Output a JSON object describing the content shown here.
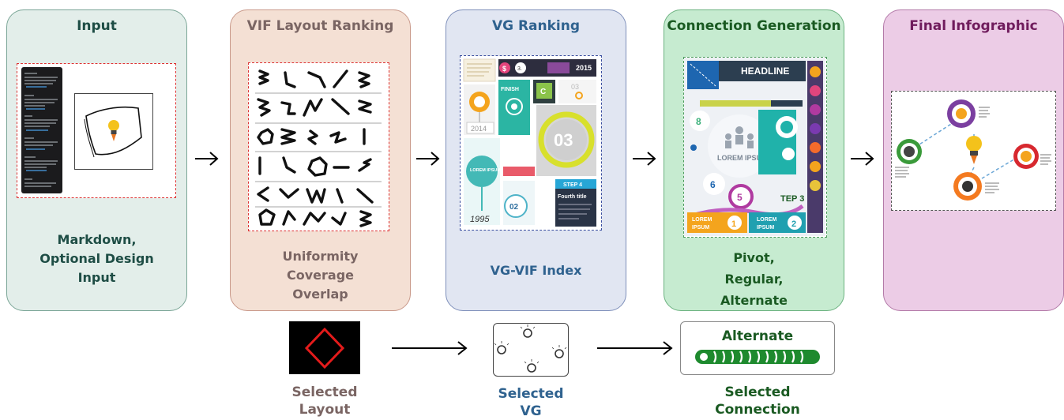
{
  "stages": [
    {
      "title": "Input",
      "body": [
        "Markdown,",
        "Optional Design",
        "Input"
      ]
    },
    {
      "title": "VIF Layout Ranking",
      "body": [
        "Uniformity",
        "Coverage",
        "Overlap"
      ]
    },
    {
      "title": "VG Ranking",
      "body": [
        "VG-VIF Index"
      ]
    },
    {
      "title": "Connection Generation",
      "body": [
        "Pivot,",
        "Regular,",
        "Alternate"
      ]
    },
    {
      "title": "Final Infographic",
      "body": []
    }
  ],
  "vg_thumbs": {
    "year1": "2014",
    "big_number": "03",
    "year2": "2015",
    "step": "STEP 4",
    "fourth_title": "Fourth title",
    "lorem_small": "LOREM IPSUM",
    "badge": "02",
    "year3": "1995",
    "finish": "FINISH"
  },
  "conn_thumbs": {
    "headline": "HEADLINE",
    "lorem": "LOREM IPSUM",
    "step3": "TEP 3",
    "n8": "8",
    "n6": "6",
    "n5": "5",
    "n1": "1",
    "n2": "2",
    "lorem_a": "LOREM",
    "lorem_b": "LOREM",
    "ipsum_a": "IPSUM",
    "ipsum_b": "IPSUM"
  },
  "bottom": {
    "layout": [
      "Selected",
      "Layout"
    ],
    "vg": [
      "Selected",
      "VG"
    ],
    "connection_label": "Alternate",
    "connection": [
      "Selected",
      "Connection"
    ]
  },
  "colors": {
    "input_bg": "#e3eeea",
    "input_border": "#7aa596",
    "input_title": "#1e4d45",
    "vif_bg": "#f4e0d4",
    "vif_border": "#c9998a",
    "vif_title": "#7a6563",
    "vg_bg": "#e1e6f2",
    "vg_border": "#7e8fba",
    "vg_title": "#2f628f",
    "conn_bg": "#c6ebd0",
    "conn_border": "#6cb280",
    "conn_title": "#1a5a22",
    "final_bg": "#eccce6",
    "final_border": "#b37aa8",
    "final_title": "#701c5d"
  }
}
